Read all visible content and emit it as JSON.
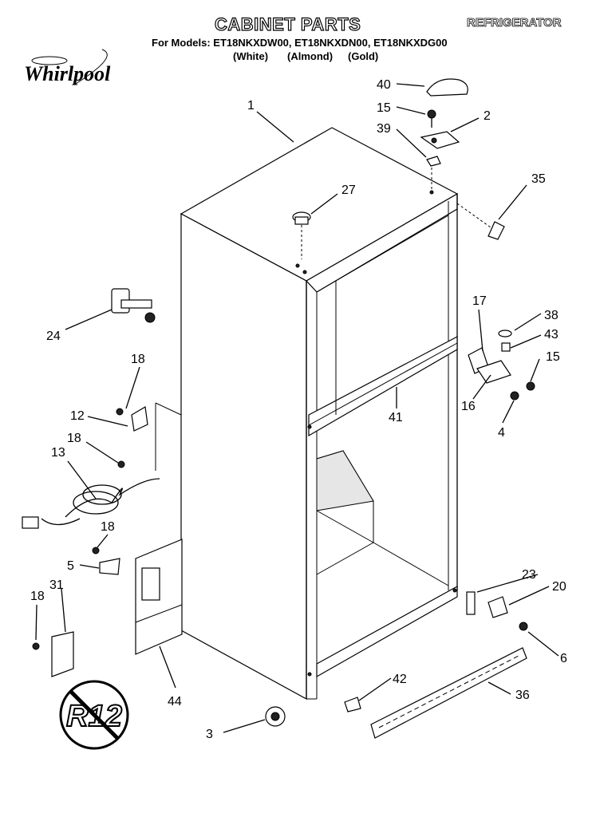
{
  "header": {
    "title": "CABINET PARTS",
    "category": "REFRIGERATOR",
    "models_line": "For Models: ET18NKXDW00, ET18NKXDN00, ET18NKXDG00",
    "variants": [
      "(White)",
      "(Almond)",
      "(Gold)"
    ]
  },
  "brand": {
    "logo_text": "Whirlpool"
  },
  "badge": {
    "text": "R12"
  },
  "callouts": [
    "1",
    "2",
    "3",
    "4",
    "5",
    "6",
    "12",
    "13",
    "15",
    "15",
    "16",
    "17",
    "18",
    "18",
    "18",
    "18",
    "20",
    "23",
    "24",
    "27",
    "31",
    "35",
    "36",
    "38",
    "39",
    "40",
    "41",
    "42",
    "43",
    "44"
  ]
}
